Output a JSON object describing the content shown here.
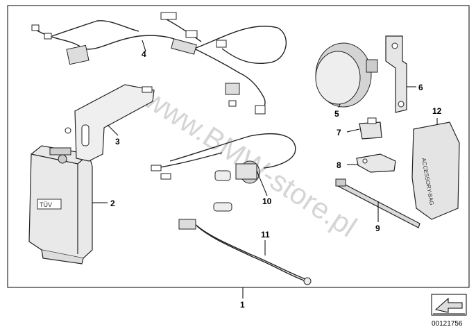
{
  "diagram": {
    "callouts": {
      "c1": "1",
      "c2": "2",
      "c3": "3",
      "c4": "4",
      "c5": "5",
      "c6": "6",
      "c7": "7",
      "c8": "8",
      "c9": "9",
      "c10": "10",
      "c11": "11",
      "c12": "12"
    },
    "watermark": "www.BMW-store.pl",
    "diagram_number": "00121756",
    "box_label": "TÜV",
    "bag_label": "ACCESSORY-BAG"
  }
}
